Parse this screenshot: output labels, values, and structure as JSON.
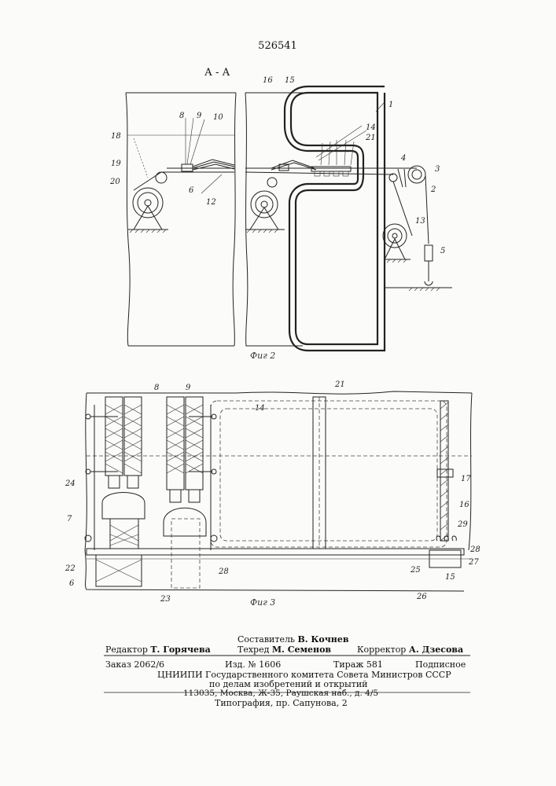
{
  "patent_number": "526541",
  "section_label": "А - А",
  "figure2_caption": "Фиг 2",
  "figure3_caption": "Фиг 3",
  "fig2_labels": [
    "8",
    "9",
    "10",
    "18",
    "19",
    "20",
    "6",
    "12",
    "16",
    "15",
    "1",
    "14",
    "21",
    "4",
    "3",
    "2",
    "13",
    "5"
  ],
  "fig3_labels": [
    "8",
    "9",
    "14",
    "21",
    "24",
    "7",
    "17",
    "16",
    "29",
    "22",
    "6",
    "28",
    "23",
    "25",
    "28",
    "27",
    "15",
    "26"
  ],
  "footer": {
    "composer_label": "Составитель",
    "composer_name": "В. Кочнев",
    "editor_label": "Редактор",
    "editor_name": "Т. Горячева",
    "techred_label": "Техред",
    "techred_name": "М. Семенов",
    "corrector_label": "Корректор",
    "corrector_name": "А. Дзесова",
    "order": "Заказ  2062/6",
    "edition": "Изд.  № 1606",
    "print_run": "Тираж  581",
    "subscription": "Подписное",
    "org_line1": "ЦНИИПИ Государственного комитета Совета Министров СССР",
    "org_line2": "по делам изобретений и открытий",
    "address": "113035, Москва, Ж-35, Раушская наб., д. 4/5",
    "printer": "Типография, пр. Сапунова, 2"
  }
}
